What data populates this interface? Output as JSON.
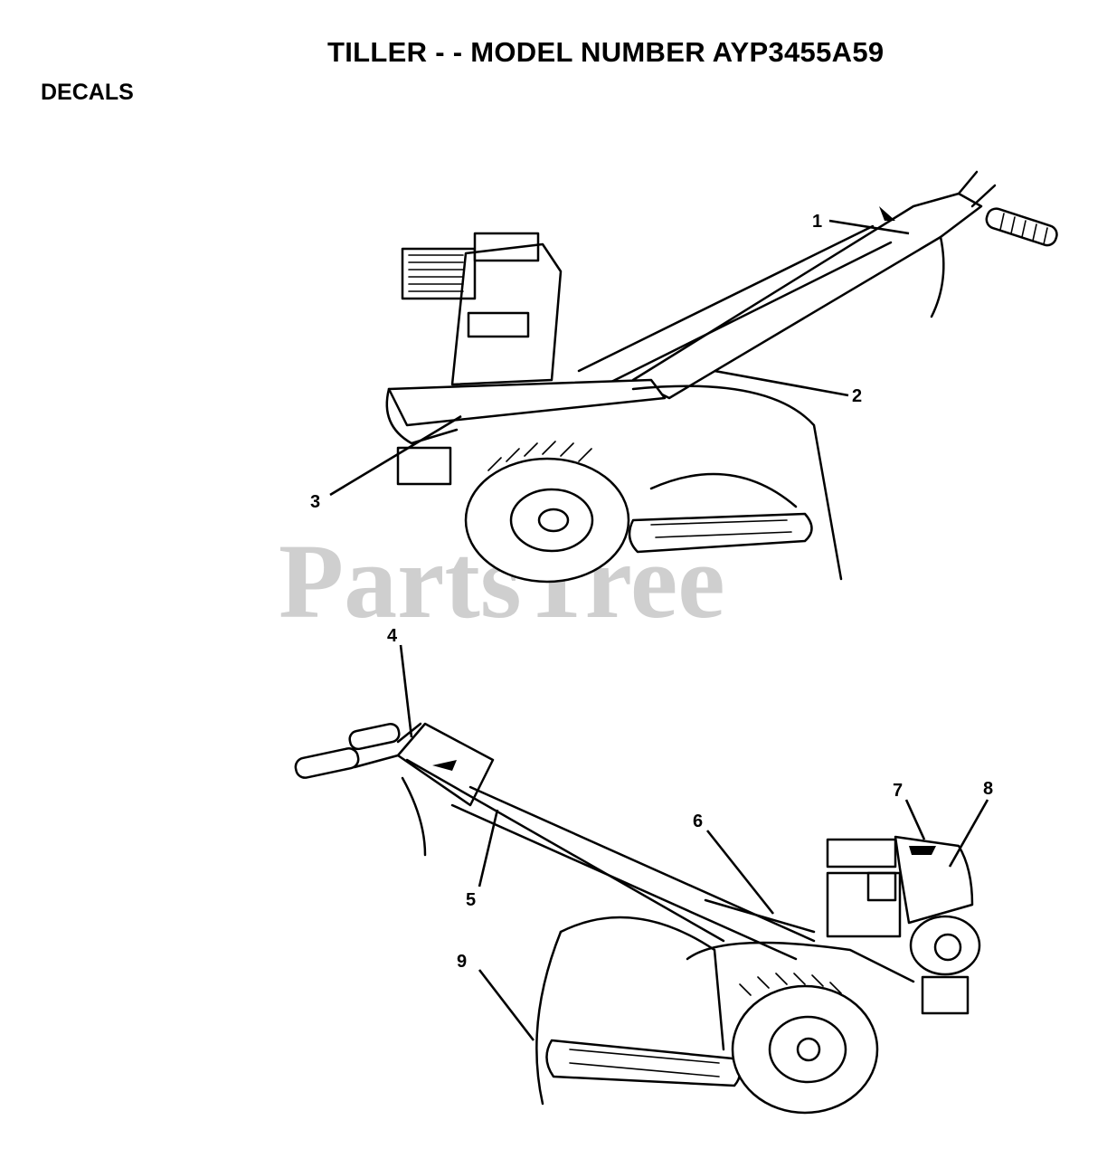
{
  "header": {
    "title": "TILLER - - MODEL NUMBER AYP3455A59",
    "section": "DECALS"
  },
  "watermark": "PartsTree",
  "callouts": [
    "1",
    "2",
    "3",
    "4",
    "5",
    "6",
    "7",
    "8",
    "9"
  ]
}
